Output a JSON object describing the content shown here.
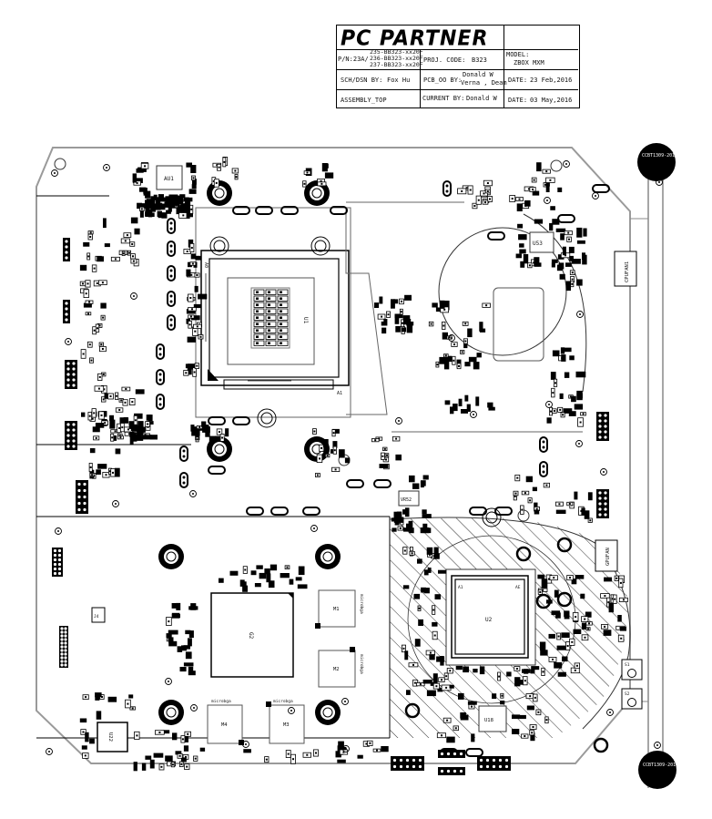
{
  "title_block": {
    "company": "PC PARTNER",
    "part_number_prefix": "P/N:23A/",
    "part_numbers": [
      "235-BB323-xx20F",
      "236-BB323-xx20F",
      "237-BB323-xx20F"
    ],
    "proj_code_label": "PROJ. CODE:",
    "proj_code": "B323",
    "model_label": "MODEL:",
    "model": "ZBOX MXM",
    "sch_dsn_label": "SCH/DSN BY:",
    "sch_dsn": "Fox Hu",
    "pcb_oo_label": "PCB_OO BY:",
    "pcb_oo": [
      "Donald W",
      "Verna , Deam"
    ],
    "date1_label": "DATE:",
    "date1": "23 Feb,2016",
    "assembly": "ASSEMBLY_TOP",
    "current_by_label": "CURRENT BY:",
    "current_by": "Donald W",
    "date2_label": "DATE:",
    "date2": "03 May,2016"
  },
  "board": {
    "view": "assembly top",
    "components": {
      "audio_ic": "AU1",
      "cpu_socket": "U1",
      "cpu_socket_pin_marks": [
        "A0",
        "A1"
      ],
      "pwm_controller": "U53",
      "voltage_regulator": "VR52",
      "gpu": "U2",
      "gpu_marks": [
        "A1",
        "AE"
      ],
      "gpu_companion": "G2",
      "memory": [
        "M1",
        "M2",
        "M3",
        "M4"
      ],
      "memory_silk": "microbga",
      "controller_u18": "U18",
      "controller_u22": "U22",
      "header_j": "J4"
    },
    "fan_headers": [
      "CPUFAN1",
      "GPUFAN"
    ],
    "mounting_stickers": [
      "CCBT1309-201",
      "CCBT1309-201"
    ],
    "switches": [
      "S1",
      "S2"
    ]
  },
  "colors": {
    "ink": "#000000",
    "outline": "#444444",
    "board_edge": "#9a9a9a",
    "hatch": "#333333",
    "background": "#ffffff"
  }
}
